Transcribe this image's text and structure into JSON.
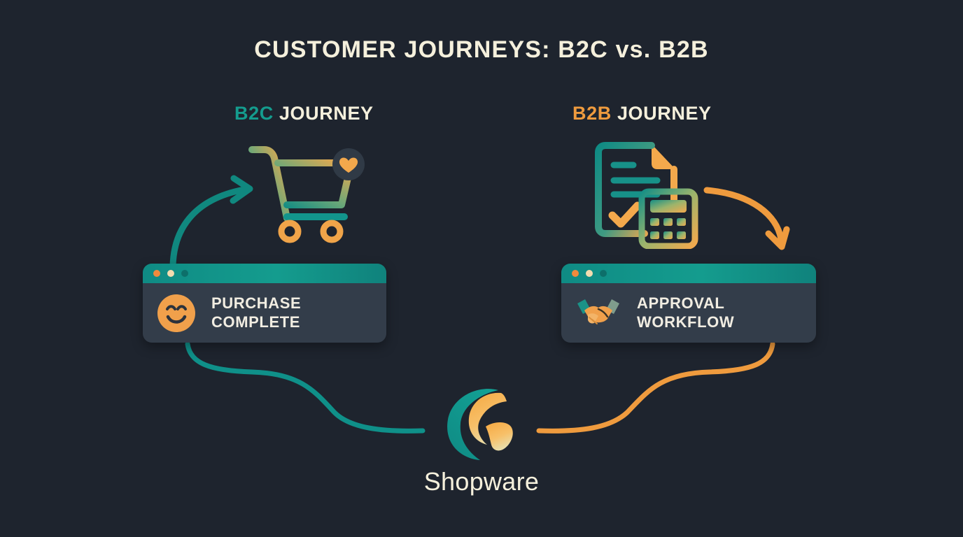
{
  "theme": {
    "background": "#1e242e",
    "card_body": "#333d4a",
    "teal": "#149c8e",
    "teal_dark": "#0d6f6a",
    "orange": "#ef9b3e",
    "orange_deep": "#f08a3c",
    "cream": "#f5f0dc",
    "gold": "#f3c878"
  },
  "header": {
    "title": "CUSTOMER JOURNEYS: B2C vs. B2B"
  },
  "columns": [
    {
      "id": "b2c",
      "tag": "B2C",
      "word": "JOURNEY",
      "tag_color": "#149c8e",
      "icon": "shopping-cart-icon",
      "badge_icon": "heart-icon",
      "card": {
        "icon": "smiley-face-icon",
        "label_line_1": "PURCHASE",
        "label_line_2": "COMPLETE",
        "window_dots": [
          "#f08a3c",
          "#f3dcb0",
          "#0d6f6a"
        ]
      },
      "inbound_arrow": "curved-arrow-up-right-icon",
      "outbound_curve": "s-curve-to-logo"
    },
    {
      "id": "b2b",
      "tag": "B2B",
      "word": "JOURNEY",
      "tag_color": "#ef9b3e",
      "icon": "document-calculator-icon",
      "badge_icon": "checkmark-icon",
      "card": {
        "icon": "handshake-icon",
        "label_line_1": "APPROVAL",
        "label_line_2": "WORKFLOW",
        "window_dots": [
          "#f08a3c",
          "#f3dcb0",
          "#0d6f6a"
        ]
      },
      "inbound_arrow": "curved-arrow-down-right-icon",
      "outbound_curve": "s-curve-to-logo"
    }
  ],
  "footer": {
    "logo_icon": "shopware-logo-icon",
    "brand_name": "Shopware"
  }
}
